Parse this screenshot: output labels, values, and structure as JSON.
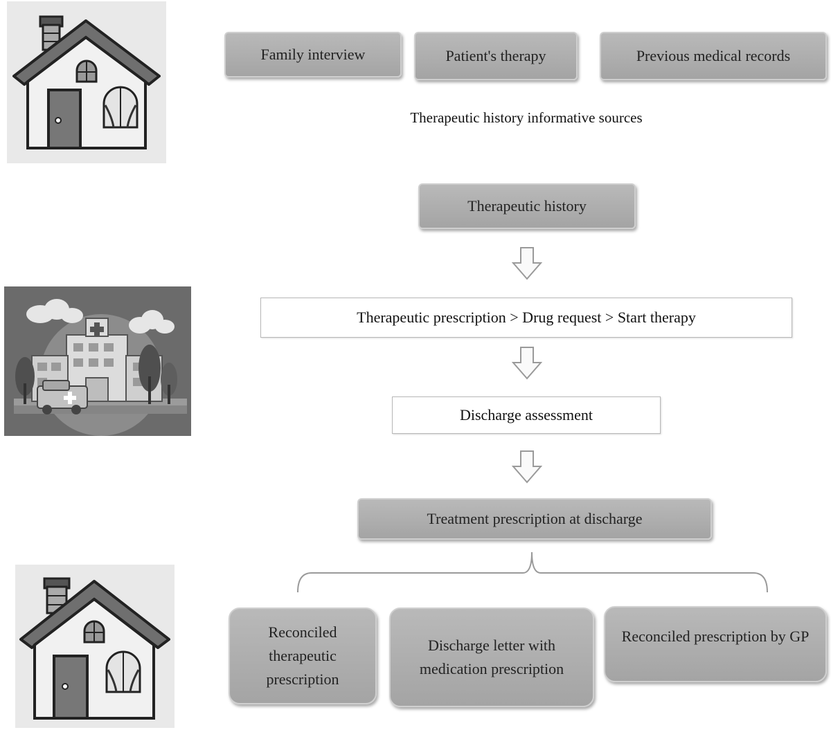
{
  "sources": {
    "family_interview": "Family interview",
    "patients_therapy": "Patient's therapy",
    "previous_records": "Previous medical records",
    "caption": "Therapeutic history informative sources"
  },
  "flow": {
    "therapeutic_history": "Therapeutic history",
    "prescription_chain": "Therapeutic prescription > Drug request > Start therapy",
    "discharge_assessment": "Discharge assessment",
    "treatment_at_discharge": "Treatment prescription at discharge"
  },
  "outputs": {
    "reconciled_therapeutic": "Reconciled therapeutic prescription",
    "discharge_letter": "Discharge letter with medication prescription",
    "reconciled_by_gp": "Reconciled prescription by GP"
  },
  "icons": {
    "home_top": "house-icon",
    "hospital": "hospital-icon",
    "home_bottom": "house-icon"
  }
}
